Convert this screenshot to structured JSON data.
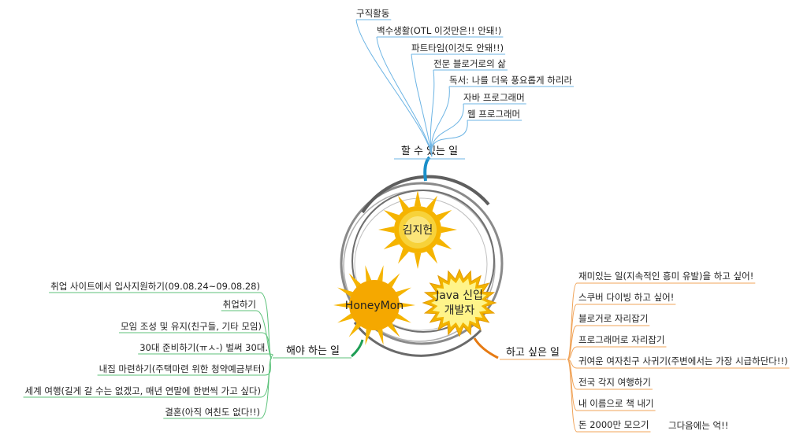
{
  "colors": {
    "top": "#6cb4e4",
    "left": "#5cc27a",
    "right": "#f0a45a",
    "sun_outer": "#f5b400",
    "sun_inner": "#f7d23a",
    "ring": "#7a7a7a"
  },
  "center": {
    "title": "김지헌",
    "left_sun": "HoneyMon",
    "right_sun_line1": "Java 신입",
    "right_sun_line2": "개발자"
  },
  "branches": {
    "top": {
      "title": "할 수 있는 일",
      "items": [
        "구직활동",
        "백수생활(OTL 이것만은!! 안돼!)",
        "파트타임(이것도 안돼!!)",
        "전문 블로거로의 삶",
        "독서: 나를 더욱 풍요롭게 하리라",
        "자바 프로그래머",
        "웹 프로그래머"
      ]
    },
    "left": {
      "title": "해야 하는 일",
      "items": [
        "취업 사이트에서 입사지원하기(09.08.24~09.08.28)",
        "취업하기",
        "모임 조성 및 유지(친구들, 기타 모임)",
        "30대 준비하기(ㅠㅅ-) 벌써 30대.",
        "내집 마련하기(주택마련 위한 청약예금부터)",
        "세계 여행(길게 갈 수는 없겠고, 매년 연말에 한번씩 가고 싶다)",
        "결혼(아직 여친도 없다!!)"
      ]
    },
    "right": {
      "title": "하고 싶은 일",
      "items": [
        "재미있는 일(지속적인 흥미 유발)을 하고 싶어!",
        "스쿠버 다이빙 하고 싶어!",
        "블로거로 자리잡기",
        "프로그래머로 자리잡기",
        "귀여운 여자친구 사귀기(주변에서는 가장 시급하단다!!)",
        "전국 각지 여행하기",
        "내 이름으로 책 내기",
        "돈 2000만 모으기"
      ],
      "extra_note": "그다음에는 억!!"
    }
  }
}
